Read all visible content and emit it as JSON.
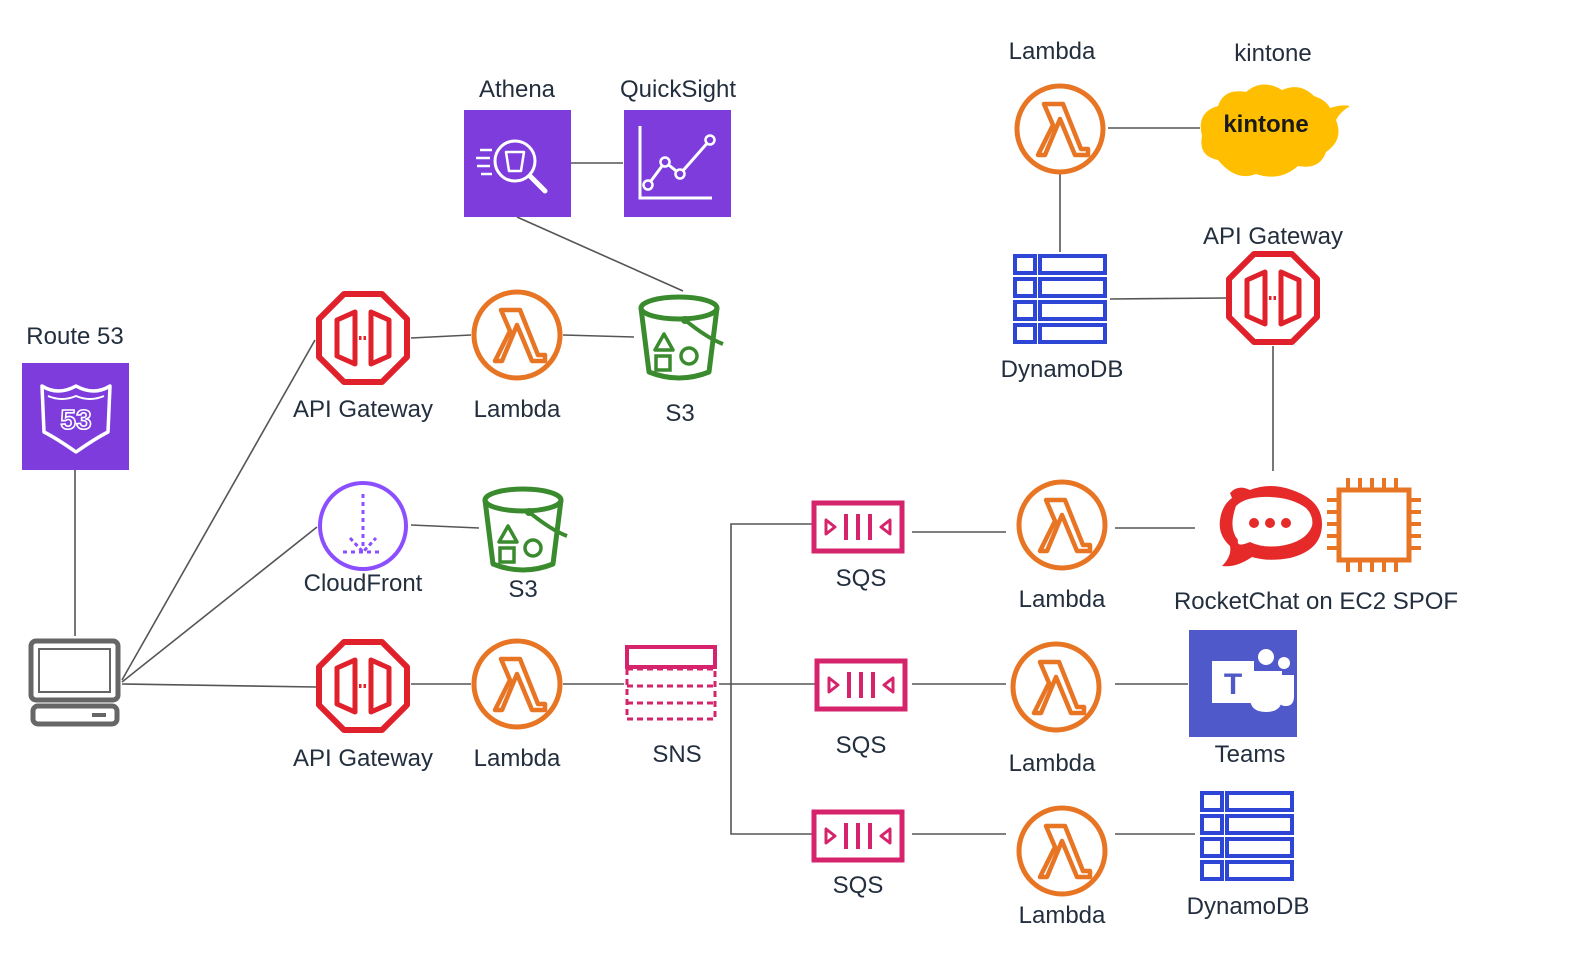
{
  "labels": {
    "route53": "Route 53",
    "apigw_top": "API Gateway",
    "lambda_top": "Lambda",
    "s3_top": "S3",
    "athena": "Athena",
    "quicksight": "QuickSight",
    "cloudfront": "CloudFront",
    "s3_mid": "S3",
    "apigw_bottom": "API Gateway",
    "lambda_bottom": "Lambda",
    "sns": "SNS",
    "sqs_1": "SQS",
    "sqs_2": "SQS",
    "sqs_3": "SQS",
    "lambda_q1": "Lambda",
    "lambda_q2": "Lambda",
    "lambda_q3": "Lambda",
    "rocketchat": "RocketChat on EC2 SPOF",
    "teams": "Teams",
    "dynamodb_bottom": "DynamoDB",
    "lambda_kintone": "Lambda",
    "kintone": "kintone",
    "kintone_logo_text": "kintone",
    "dynamodb_top": "DynamoDB",
    "apigw_right": "API Gateway"
  },
  "colors": {
    "apigw": "#e0202b",
    "lambda": "#e87524",
    "s3": "#3a8a2e",
    "analytics_purple": "#7d3cdb",
    "cloudfront": "#8c4fff",
    "sns_sqs": "#d6246c",
    "dynamodb": "#2e46d6",
    "teams": "#5059c9",
    "kintone": "#ffbf00",
    "rocketchat": "#e62a2a",
    "ec2": "#e87524",
    "edge": "#555555"
  },
  "icons": {
    "route53": "route53-icon",
    "client": "computer-icon",
    "apigw": "api-gateway-icon",
    "lambda": "lambda-icon",
    "s3": "s3-bucket-icon",
    "athena": "athena-icon",
    "quicksight": "quicksight-icon",
    "cloudfront": "cloudfront-icon",
    "sns": "sns-icon",
    "sqs": "sqs-icon",
    "dynamodb": "dynamodb-icon",
    "rocketchat": "rocketchat-icon",
    "ec2": "ec2-chip-icon",
    "teams": "teams-icon",
    "kintone": "kintone-cloud-icon"
  }
}
